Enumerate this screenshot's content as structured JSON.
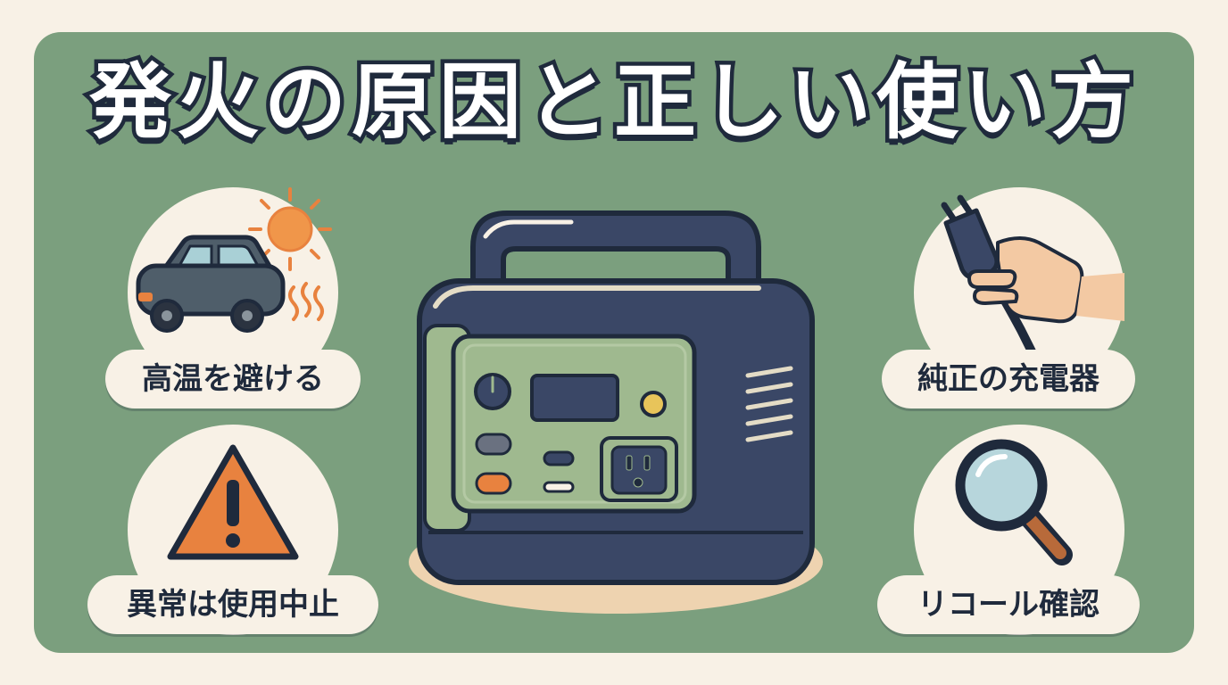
{
  "title": "発火の原因と正しい使い方",
  "tips": [
    {
      "label": "高温を避ける",
      "icon": "car-sun-icon"
    },
    {
      "label": "異常は使用中止",
      "icon": "warning-icon"
    },
    {
      "label": "純正の充電器",
      "icon": "hand-plug-icon"
    },
    {
      "label": "リコール確認",
      "icon": "magnifier-icon"
    }
  ],
  "colors": {
    "background": "#f8f1e6",
    "panel": "#7b9f7e",
    "outline": "#1f2a3c",
    "device_body": "#3a4766",
    "device_face": "#9fb98f",
    "accent": "#e8823f"
  }
}
